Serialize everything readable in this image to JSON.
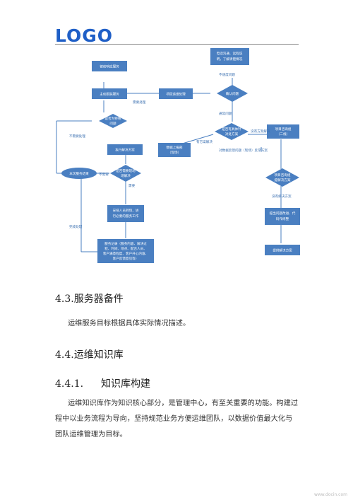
{
  "header": {
    "logo": "LOGO"
  },
  "flow": {
    "nodes": {
      "passive": "被动响应服务",
      "active": "主动跟踪服务",
      "project": "项目运维处理",
      "confirm": "确认问题",
      "phone1": "电话沟通、远程说",
      "phone2": "明，了解清楚情况",
      "special1": "是否为特殊",
      "special2": "问题",
      "hasplan1": "是否有具体针",
      "hasplan2": "对处方案",
      "chief1": "项目咨询组",
      "chief2": "（二线）",
      "exec": "执行解决方案",
      "report1": "数据上报部",
      "report2": "（现场）",
      "close": "本次服务结束",
      "onsite1": "是否需要现场",
      "onsite2": "场解决",
      "consult1": "项目咨询组",
      "consult2": "提解决方案",
      "arrange1": "安排人员到场，进",
      "arrange2": "行必要的服务工作",
      "dev1": "提出问题改进、代",
      "dev2": "码作修整",
      "provide": "提供解决方案",
      "record1": "服务记录（服务内容、解决过",
      "record2": "程、时间、地点、配合人员、",
      "record3": "客户满意程度、客户开心内容、",
      "record4": "客户反馈意见等）"
    },
    "edges": {
      "need": "需要处理",
      "no_need": "不需要处理",
      "no_problem": "不速度问题",
      "normal": "通常问题",
      "has_plan": "有方案解决",
      "no_plan": "没有方案解决",
      "remote": "对数据反馈问题（现场）反常方案",
      "no_site": "不需要",
      "need_site": "需要",
      "no_consult": "没有解决方案",
      "done": "完成处理"
    }
  },
  "sections": {
    "s1_title": "4.3.服务器备件",
    "s1_body": "运维服务目标根据具体实际情况描述。",
    "s2_title": "4.4.运维知识库",
    "s3_num": "4.4.1.",
    "s3_title": "知识库构建",
    "s3_body": "运维知识库作为知识核心部分，是管理中心，有至关重要的功能。构建过程中以业务流程为导向，坚持规范业务方便运维团队，以数据价值最大化与团队运维管理为目标。"
  },
  "footer": {
    "watermark": "www.docin.com"
  },
  "colors": {
    "accent": "#4a7fc1",
    "logo": "#1f5fc7"
  }
}
